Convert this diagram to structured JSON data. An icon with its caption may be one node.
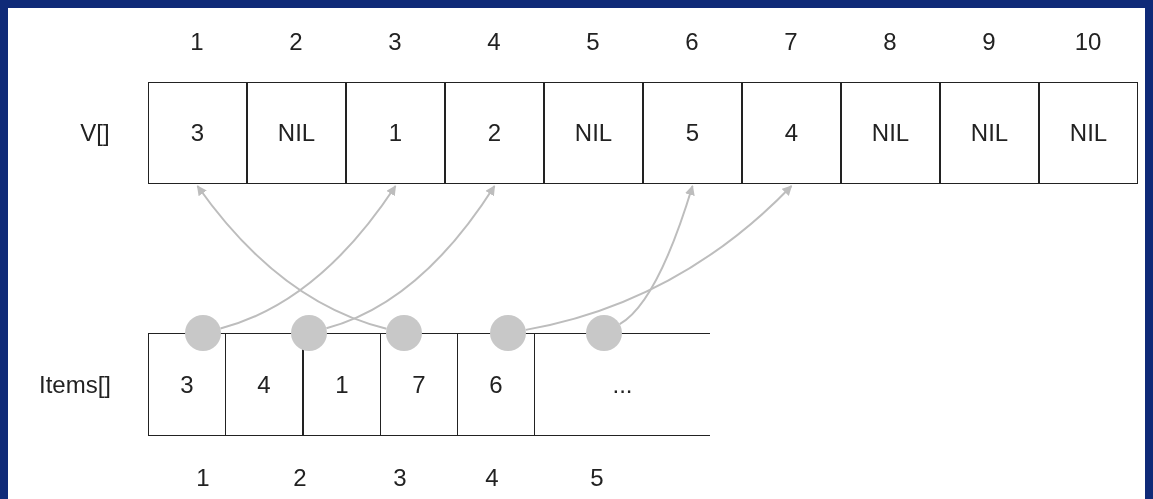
{
  "diagram": {
    "nodes": [
      {
        "text": [
          "3"
        ]
      },
      {
        "text": [
          "NIL"
        ]
      },
      {
        "text": [
          "1"
        ]
      },
      {
        "text": [
          "2"
        ]
      },
      {
        "text": [
          "NIL"
        ]
      },
      {
        "text": [
          "5"
        ]
      },
      {
        "text": [
          "4"
        ]
      },
      {
        "text": [
          "NIL"
        ]
      },
      {
        "text": [
          "NIL"
        ]
      },
      {
        "text": [
          "NIL"
        ]
      },
      {
        "text": [
          "3"
        ]
      },
      {
        "text": [
          "4"
        ]
      },
      {
        "text": [
          "1"
        ]
      },
      {
        "text": [
          "7"
        ]
      },
      {
        "text": [
          "6"
        ]
      },
      {
        "text": [
          "..."
        ]
      },
      {
        "text": [],
        "shape": "circle"
      },
      {
        "text": [],
        "shape": "circle"
      },
      {
        "text": [],
        "shape": "circle"
      },
      {
        "text": [],
        "shape": "circle"
      },
      {
        "text": [],
        "shape": "circle"
      }
    ],
    "edges": [
      {
        "from": 16,
        "to": 2,
        "arrow": "to"
      },
      {
        "from": 17,
        "to": 3,
        "arrow": "to"
      },
      {
        "from": 18,
        "to": 0,
        "arrow": "to"
      },
      {
        "from": 19,
        "to": 6,
        "arrow": "to"
      },
      {
        "from": 20,
        "to": 5,
        "arrow": "to"
      }
    ],
    "labels": [
      "1",
      "2",
      "3",
      "4",
      "5",
      "6",
      "7",
      "8",
      "9",
      "10",
      "V[]",
      "Items[]",
      "1",
      "2",
      "3",
      "4",
      "5"
    ]
  }
}
